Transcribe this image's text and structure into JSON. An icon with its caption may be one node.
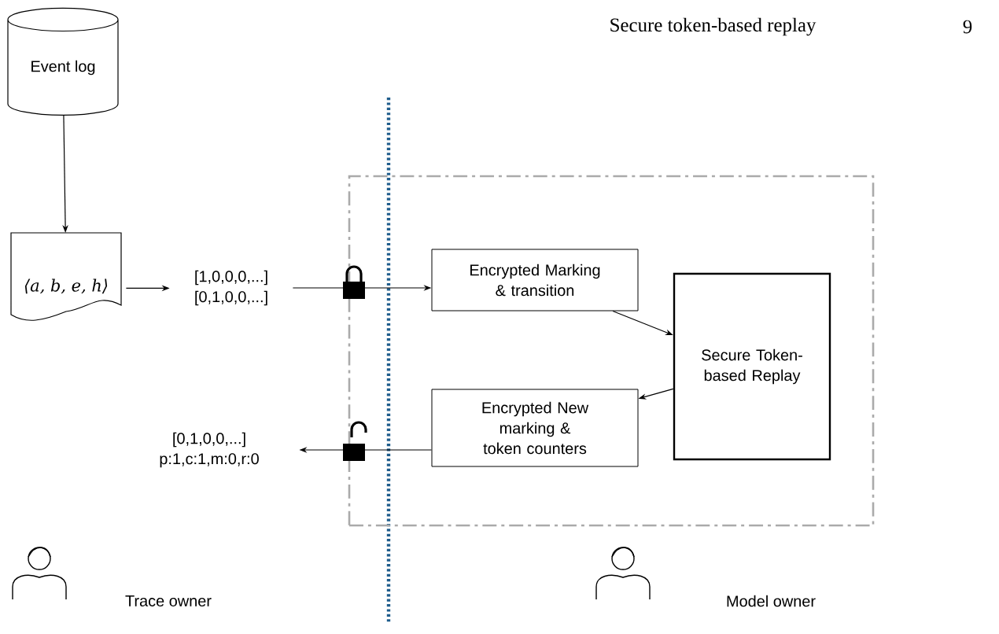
{
  "diagram": {
    "nodes": [
      {
        "text": [
          "Event log"
        ]
      },
      {
        "text": [
          "⟨a, b, e, h⟩"
        ]
      },
      {
        "text": [
          "[1,0,0,0,...] [0,1,0,0,...]"
        ]
      },
      {
        "text": [],
        "shape": "box"
      },
      {
        "text": [
          "Encrypted Marking & transition"
        ],
        "in": 3
      },
      {
        "text": [
          "Secure Token-based Replay"
        ],
        "in": 3
      },
      {
        "text": [
          "Encrypted New marking & token counters"
        ],
        "in": 3
      },
      {
        "text": [
          "[0,1,0,0,...] p:1,c:1,m:0,r:0"
        ]
      }
    ],
    "edges": [
      {
        "from": 0,
        "to": 1,
        "arrow": "to"
      },
      {
        "from": 1,
        "to": 2,
        "arrow": "to"
      },
      {
        "from": 2,
        "to": 4,
        "arrow": "to"
      },
      {
        "from": 4,
        "to": 5,
        "arrow": "to"
      },
      {
        "from": 5,
        "to": 6,
        "arrow": "to"
      },
      {
        "from": 6,
        "to": 7,
        "arrow": "to"
      }
    ],
    "labels": [
      "Secure token-based replay",
      "9",
      "Trace owner",
      "Model owner"
    ]
  }
}
